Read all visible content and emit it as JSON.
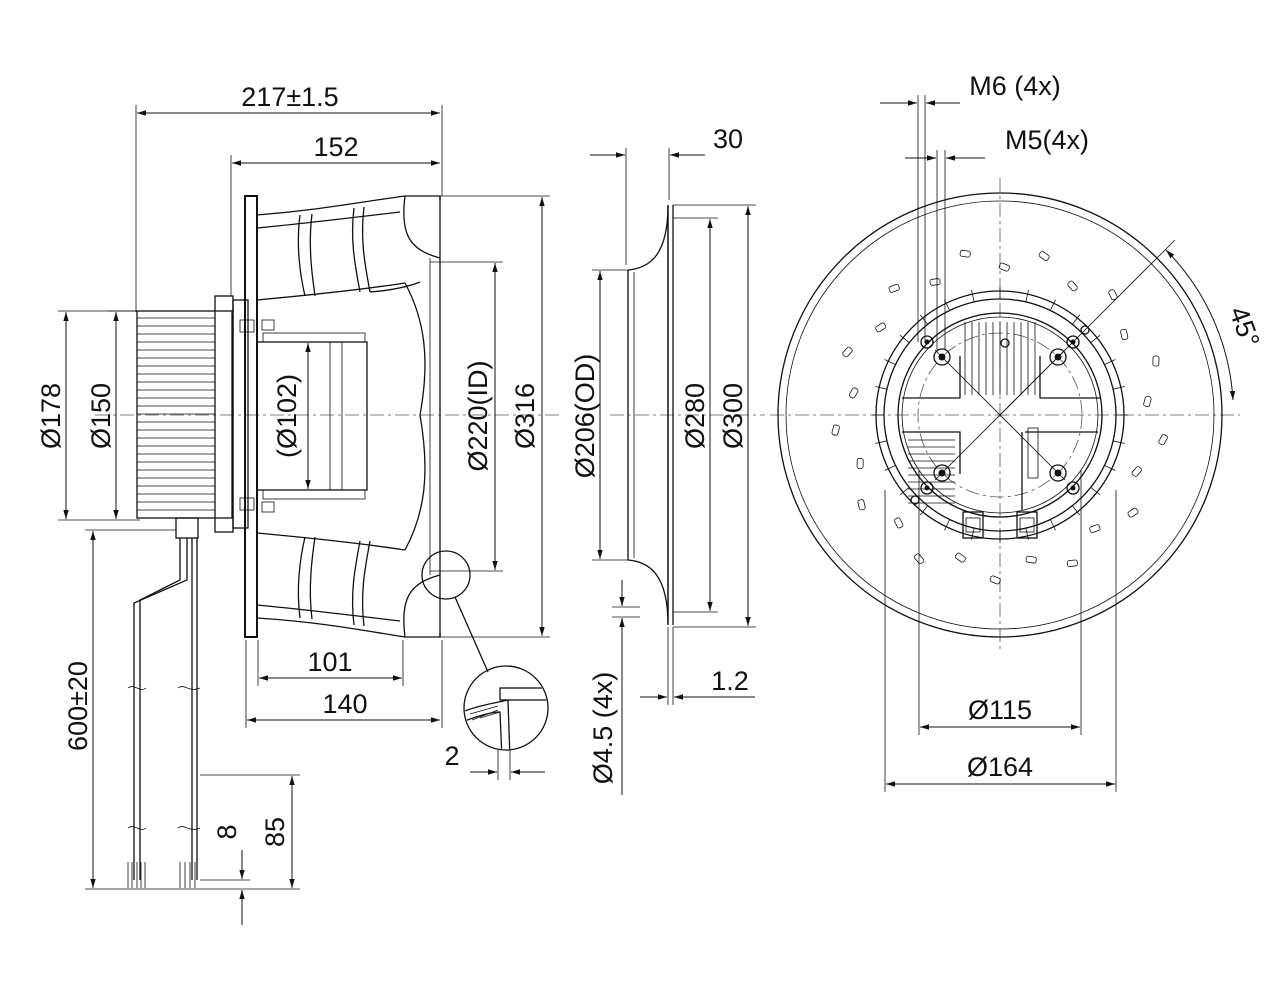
{
  "labels": {
    "overall_length": "217±1.5",
    "length_152": "152",
    "length_101": "101",
    "length_140": "140",
    "gap_2": "2",
    "dia_178": "Ø178",
    "dia_150": "Ø150",
    "dia_102": "(Ø102)",
    "dia_220_id": "Ø220(ID)",
    "dia_316": "Ø316",
    "cable_length": "600±20",
    "strip_8": "8",
    "strip_85": "85",
    "ring_depth_30": "30",
    "dia_206_od": "Ø206(OD)",
    "dia_280": "Ø280",
    "dia_300": "Ø300",
    "hole_45": "Ø4.5 (4x)",
    "thickness_12": "1.2",
    "thread_m6": "M6 (4x)",
    "thread_m5": "M5(4x)",
    "angle_45": "45°",
    "dia_115": "Ø115",
    "dia_164": "Ø164"
  }
}
